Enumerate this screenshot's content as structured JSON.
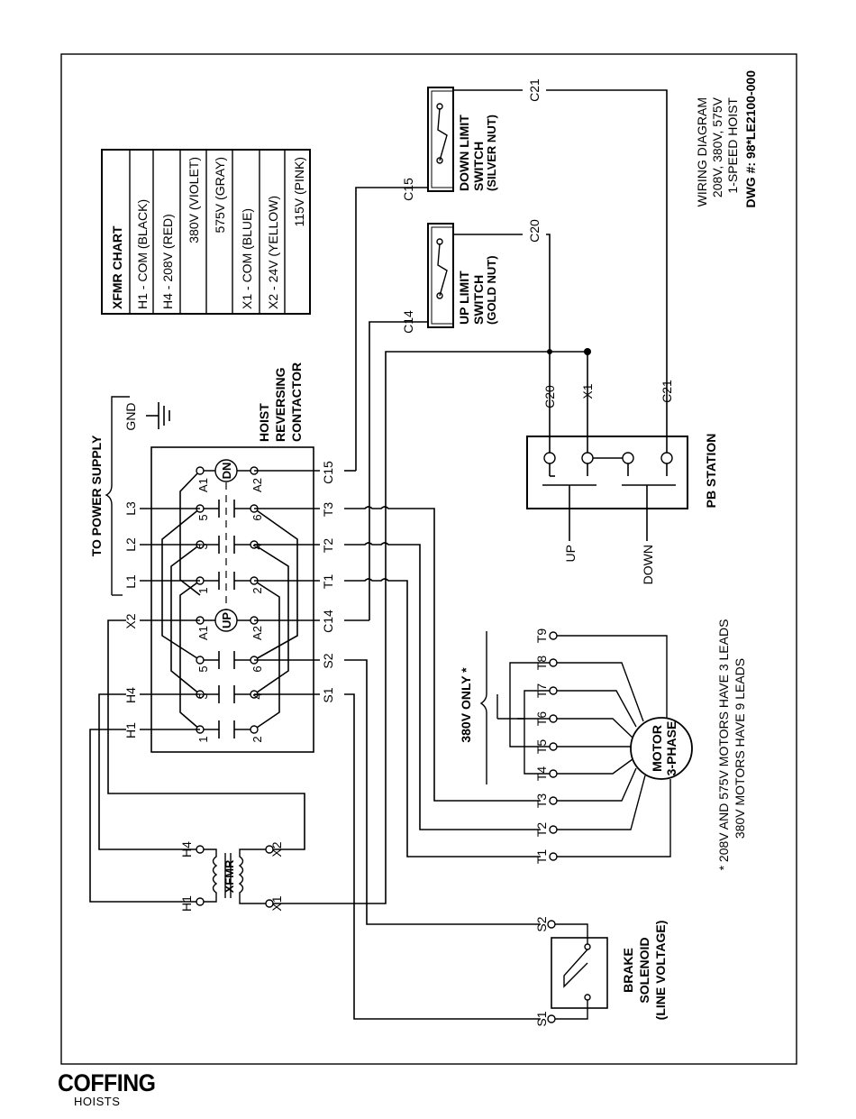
{
  "xfmr_chart": {
    "title": "XFMR CHART",
    "rows": [
      "H1 - COM (BLACK)",
      "H4 - 208V (RED)",
      "380V (VIOLET)",
      "575V (GRAY)",
      "X1 - COM (BLUE)",
      "X2 - 24V (YELLOW)",
      "115V (PINK)"
    ]
  },
  "power_supply": {
    "label": "TO POWER SUPPLY",
    "gnd": "GND",
    "lines": [
      "L1",
      "L2",
      "L3"
    ]
  },
  "contactor": {
    "title_lines": [
      "HOIST",
      "REVERSING",
      "CONTACTOR"
    ],
    "dn": "DN",
    "up": "UP",
    "upper_pins": [
      "1",
      "3",
      "5",
      "A1",
      "1",
      "3",
      "5",
      "A1"
    ],
    "lower_pins": [
      "2",
      "4",
      "6",
      "A2",
      "2",
      "4",
      "6",
      "A2"
    ],
    "left_labels": [
      "H1",
      "H4",
      "X2"
    ],
    "right_labels": [
      "S1",
      "S2",
      "C14",
      "T1",
      "T2",
      "T3",
      "C15"
    ]
  },
  "limit_switches": {
    "up": {
      "lines": [
        "UP LIMIT",
        "SWITCH",
        "(GOLD NUT)"
      ],
      "in": "C14",
      "out": "C20"
    },
    "down": {
      "lines": [
        "DOWN LIMIT",
        "SWITCH",
        "(SILVER NUT)"
      ],
      "in": "C15",
      "out": "C21"
    }
  },
  "pb_station": {
    "title": "PB STATION",
    "wires": [
      "C20",
      "X1",
      "C21"
    ],
    "up": "UP",
    "down": "DOWN"
  },
  "xfmr": {
    "label": "XFMR",
    "h4": "H4",
    "h1": "H1",
    "x2": "X2",
    "x1": "X1"
  },
  "brake": {
    "lines": [
      "BRAKE",
      "SOLENOID",
      "(LINE VOLTAGE)"
    ],
    "s2": "S2",
    "s1": "S1"
  },
  "motor": {
    "lines": [
      "MOTOR",
      "3-PHASE"
    ],
    "leads": [
      "T1",
      "T2",
      "T3",
      "T4",
      "T5",
      "T6",
      "T7",
      "T8",
      "T9"
    ],
    "note_380": "380V ONLY *"
  },
  "notes": [
    "* 208V AND 575V MOTORS HAVE 3 LEADS",
    "380V MOTORS HAVE 9 LEADS"
  ],
  "title_block": {
    "lines": [
      "WIRING DIAGRAM",
      "208V, 380V, 575V",
      "1-SPEED HOIST"
    ],
    "dwg": "DWG #: 98*LE2100-000"
  },
  "logo": {
    "main": "COFFING",
    "sub": "HOISTS"
  }
}
